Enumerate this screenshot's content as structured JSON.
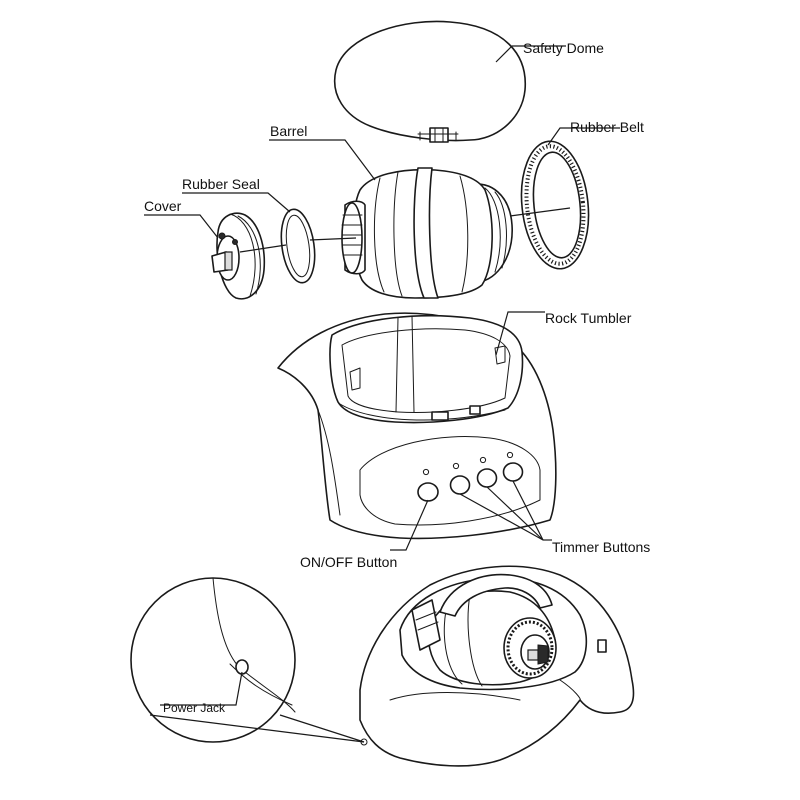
{
  "labels": {
    "safety_dome": "Safety Dome",
    "rubber_belt": "Rubber Belt",
    "barrel": "Barrel",
    "rubber_seal": "Rubber Seal",
    "cover": "Cover",
    "rock_tumbler": "Rock Tumbler",
    "on_off_button": "ON/OFF Button",
    "timmer_buttons": "Timmer Buttons",
    "power_jack": "Power Jack"
  }
}
